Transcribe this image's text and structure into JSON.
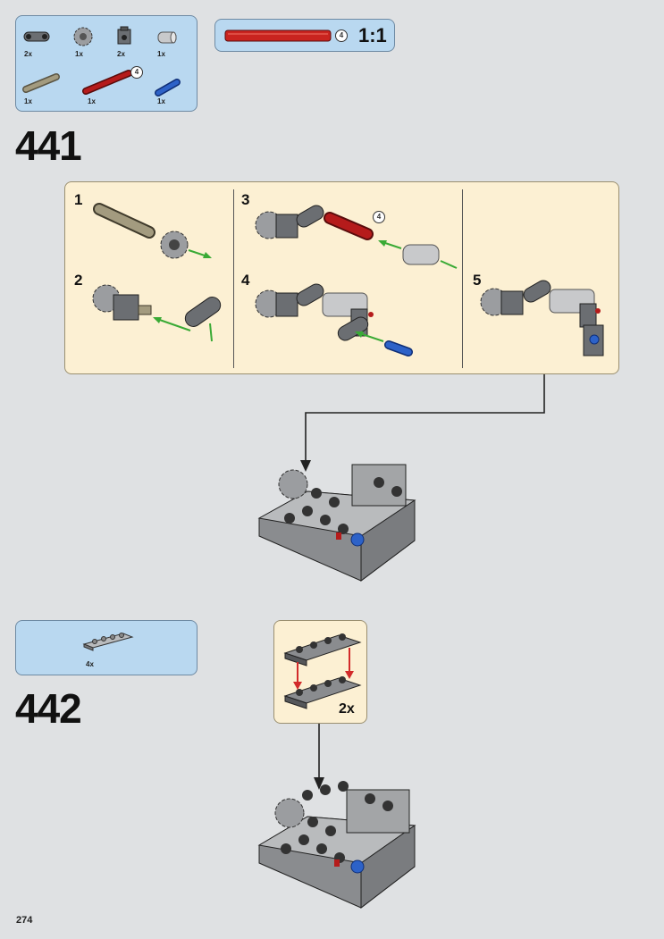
{
  "step441": {
    "number": "441",
    "parts": [
      {
        "icon": "technic-beam-icon",
        "qty": "2x"
      },
      {
        "icon": "technic-gear-icon",
        "qty": "1x"
      },
      {
        "icon": "technic-brick-icon",
        "qty": "2x"
      },
      {
        "icon": "bush-connector-icon",
        "qty": "1x"
      },
      {
        "icon": "technic-axle-tan-icon",
        "qty": "1x"
      },
      {
        "icon": "technic-axle-red-icon",
        "qty": "1x",
        "length": "4"
      },
      {
        "icon": "technic-pin-blue-icon",
        "qty": "1x"
      }
    ],
    "scale_ref": {
      "length": "4",
      "scale": "1:1"
    },
    "substeps": [
      "1",
      "2",
      "3",
      "4",
      "5"
    ],
    "substep3_axle_length": "4"
  },
  "step442": {
    "number": "442",
    "parts": [
      {
        "icon": "plate-1x4-gray-icon",
        "qty": "4x"
      }
    ],
    "subassembly_multiplier": "2x"
  },
  "page_number": "274",
  "colors": {
    "background": "#dfe1e3",
    "parts_box": "#b9d8f0",
    "callout": "#fcf0d3",
    "red_axle": "#b51b1b",
    "arrow_green": "#3aaa35",
    "arrow_red": "#d22b2b"
  }
}
